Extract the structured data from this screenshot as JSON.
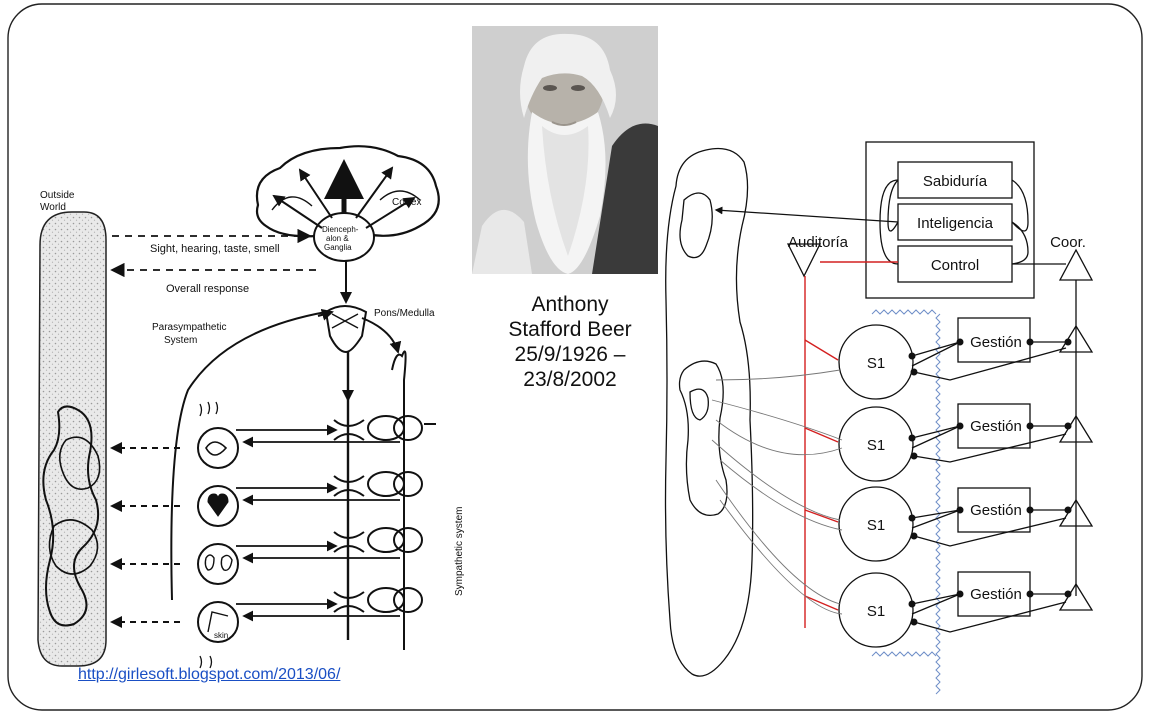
{
  "nervous_system": {
    "outside_world_l1": "Outside",
    "outside_world_l2": "World",
    "senses": "Sight, hearing, taste, smell",
    "overall_response": "Overall response",
    "cortex": "Cortex",
    "dienceph_l1": "Dienceph-",
    "dienceph_l2": "alon &",
    "dienceph_l3": "Ganglia",
    "pons": "Pons/Medulla",
    "parasympathetic_l1": "Parasympathetic",
    "parasympathetic_l2": "System",
    "sympathetic": "Sympathetic system",
    "skin": "skin"
  },
  "portrait": {
    "name_l1": "Anthony",
    "name_l2": "Stafford Beer",
    "born": "25/9/1926 –",
    "died": "23/8/2002"
  },
  "vsm": {
    "sabiduria": "Sabiduría",
    "inteligencia": "Inteligencia",
    "control": "Control",
    "auditoria": "Auditoría",
    "coor": "Coor.",
    "s1": "S1",
    "gestion": "Gestión"
  },
  "source_link": "http://girlesoft.blogspot.com/2013/06/",
  "colors": {
    "audit_line": "#d42020",
    "link": "#1a4fc4",
    "zigzag": "#6f8fc8"
  }
}
